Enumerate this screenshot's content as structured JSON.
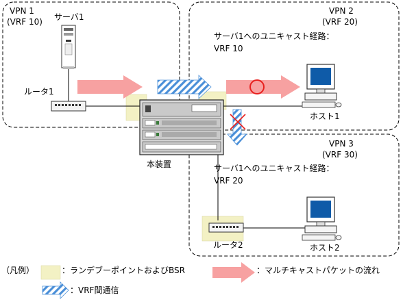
{
  "zones": {
    "vpn1": {
      "name": "VPN 1",
      "vrf": "(VRF 10)"
    },
    "vpn2": {
      "name": "VPN 2",
      "vrf": "(VRF 20)",
      "route_line1": "サーバ1へのユニキャスト経路：",
      "route_line2": "VRF 10"
    },
    "vpn3": {
      "name": "VPN 3",
      "vrf": "(VRF 30)",
      "route_line1": "サーバ1へのユニキャスト経路：",
      "route_line2": "VRF 20"
    }
  },
  "devices": {
    "server1": "サーバ1",
    "router1": "ルータ1",
    "switch": "本装置",
    "host1": "ホスト1",
    "router2": "ルータ2",
    "host2": "ホスト2"
  },
  "legend": {
    "title": "（凡例）",
    "rp": "：ランデブーポイントおよびBSR",
    "multicast": "：マルチキャストパケットの流れ",
    "inter_vrf": "：VRF間通信"
  },
  "colors": {
    "rp_fill": "#f3f1c4",
    "flow_arrow": "#f7a1a1",
    "circle": "#e8201e",
    "cross": "#e8201e",
    "vrf_stripe": "#4a8fd8",
    "monitor": "#0f5ba8"
  }
}
